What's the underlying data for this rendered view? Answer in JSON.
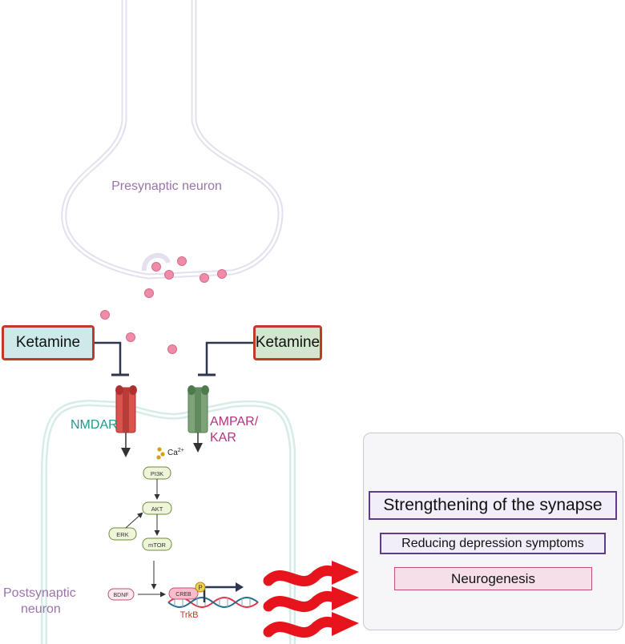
{
  "labels": {
    "presynaptic": "Presynaptic neuron",
    "nmdar": "NMDAR",
    "ampar_line1": "AMPAR/",
    "ampar_line2": "KAR",
    "calcium": "Ca",
    "calcium_sup": "2+",
    "pi3k": "PI3K",
    "akt": "AKT",
    "erk": "ERK",
    "mtor": "mTOR",
    "bdnf": "BDNF",
    "creb": "CREB",
    "phospho": "P",
    "trkb": "TrkB",
    "postsynaptic_line1": "Postsynaptic",
    "postsynaptic_line2": "neuron"
  },
  "drugs": {
    "left": "Ketamine",
    "right": "Ketamine"
  },
  "outcomes": [
    "Strengthening of the synapse",
    "Reducing depression symptoms",
    "Neurogenesis"
  ],
  "colors": {
    "membrane": "#e4e0ef",
    "postsynaptic_membrane": "#d6ece8",
    "vesicle": "#f08ca8",
    "nmdar": "#d9534f",
    "ampar": "#7ea37a",
    "nmdar_text": "#1c9a8c",
    "ampar_text": "#b5327e",
    "neuron_text": "#9a74a8",
    "drug_border": "#c0392b",
    "inhibition_line": "#2e3550",
    "arrow_red": "#e8141c"
  },
  "icons": [
    "inhibition-arrow",
    "wavy-red-arrow",
    "dna-helix",
    "vesicle-dot",
    "calcium-dots"
  ]
}
